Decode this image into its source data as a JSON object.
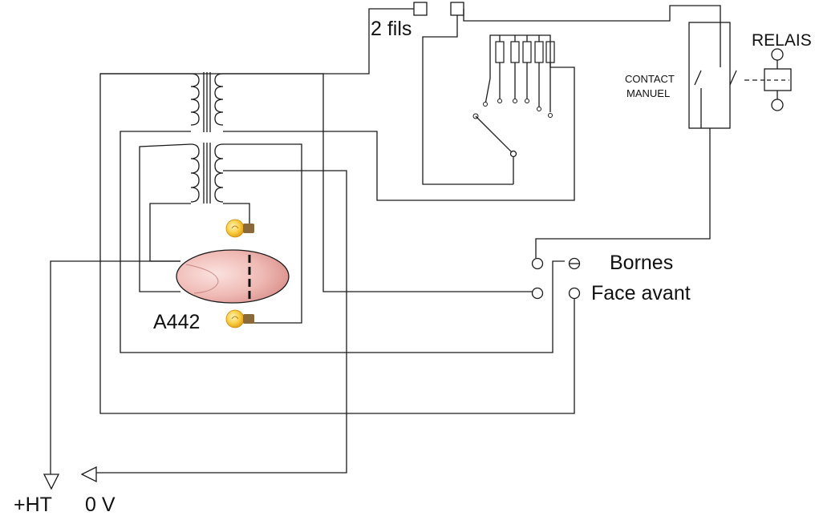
{
  "labels": {
    "two_wires": "2 fils",
    "relay": "RELAIS",
    "manual_contact_line1": "CONTACT",
    "manual_contact_line2": "MANUEL",
    "terminals_line1": "Bornes",
    "terminals_line2": "Face avant",
    "tube": "A442",
    "plus_ht": "+HT",
    "zero_v": "0 V"
  },
  "colors": {
    "wire": "#1a1a1a",
    "tube_fill": "#eeb4b0",
    "bulb_glass": "#f7c53a",
    "bulb_base": "#8a6a3a"
  },
  "icons": [
    "transformer-icon",
    "lamp-icon",
    "relay-icon",
    "switch-icon",
    "resistor-icon",
    "ground-arrow-icon"
  ]
}
